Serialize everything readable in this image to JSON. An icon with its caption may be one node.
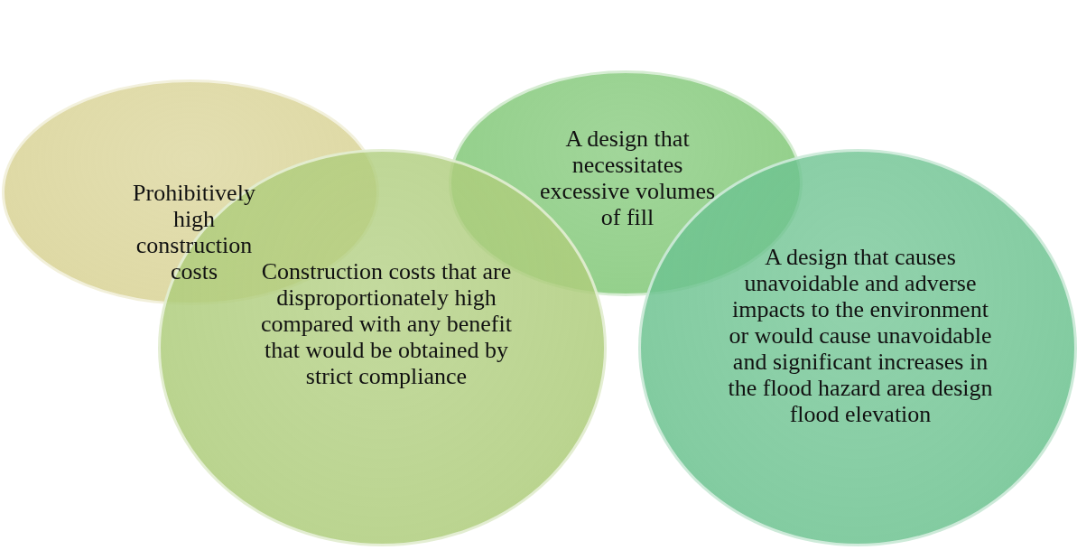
{
  "diagram": {
    "nodes": [
      {
        "text": [
          "Prohibitively high construction costs"
        ]
      },
      {
        "text": [
          "A design that necessitates excessive volumes of fill"
        ]
      },
      {
        "text": [
          "Construction costs that are disproportionately high compared with any benefit that would be obtained by strict compliance"
        ]
      },
      {
        "text": [
          "A design that causes unavoidable and adverse impacts to the environment or would cause unavoidable and significant increases in the flood hazard area design flood elevation"
        ]
      }
    ]
  }
}
